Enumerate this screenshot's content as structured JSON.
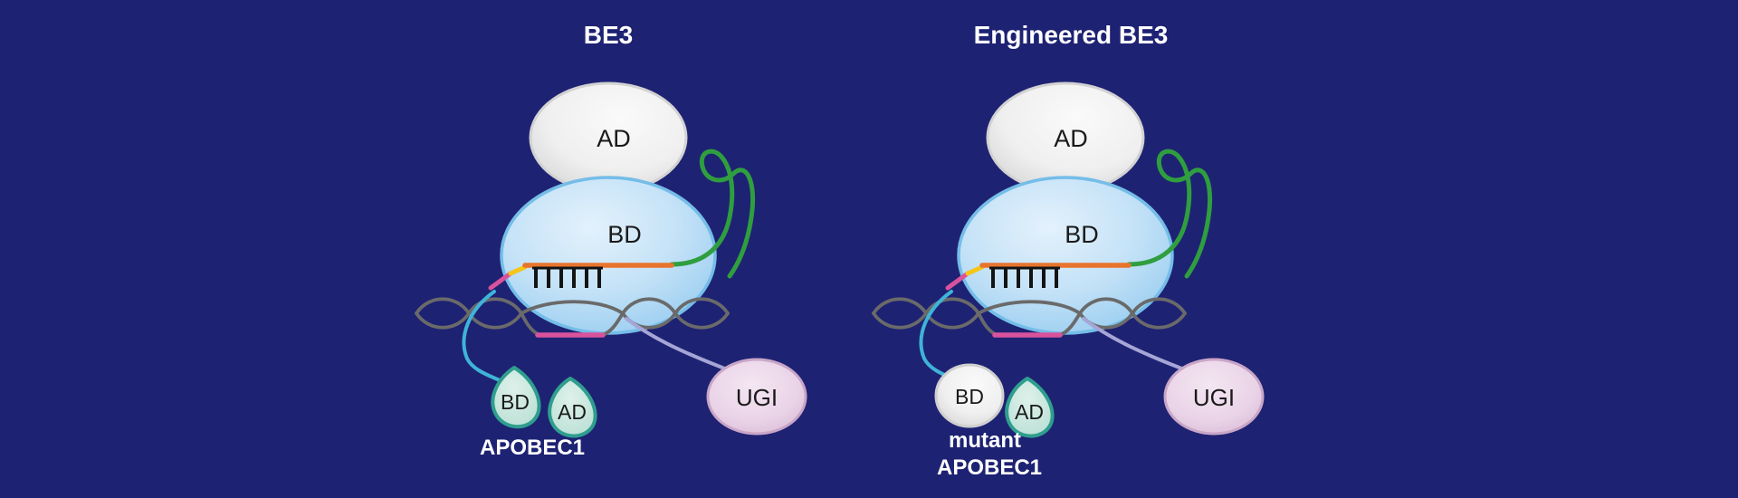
{
  "figure": {
    "description": "Schematic comparison of base editor BE3 and Engineered BE3"
  },
  "colors": {
    "background": "#1e2273",
    "cas9_bd_fill": "#c9e4f8",
    "cas9_bd_stroke": "#74bde8",
    "ad_domain_fill": "#efefef",
    "ad_domain_stroke": "#d2d2d2",
    "sgRNA_scaffold_green": "#2f9e3f",
    "guide_rna_orange": "#e8742c",
    "target_strand_pink": "#d9529c",
    "pam_yellow": "#f5c518",
    "dna_gray": "#6a6a6a",
    "base_pair_black": "#141414",
    "apobec_leaf_fill": "#c8e6dd",
    "apobec_leaf_stroke": "#2f9e8e",
    "mutant_bd_fill": "#ededed",
    "mutant_bd_stroke": "#cfcfcf",
    "linker_cyan": "#3fb4d8",
    "linker_purple": "#a6a6d6",
    "ugi_fill": "#ecd9ea",
    "ugi_stroke": "#c9a6c7"
  },
  "diagrams": {
    "be3": {
      "title": "BE3",
      "ad_domain_label": "AD",
      "bd_domain_label": "BD",
      "apobec": {
        "bd": "BD",
        "ad": "AD",
        "name": "APOBEC1"
      },
      "ugi_label": "UGI"
    },
    "engineered": {
      "title": "Engineered BE3",
      "ad_domain_label": "AD",
      "bd_domain_label": "BD",
      "apobec": {
        "bd": "BD",
        "ad": "AD",
        "name_line1": "mutant",
        "name_line2": "APOBEC1"
      },
      "ugi_label": "UGI"
    }
  }
}
